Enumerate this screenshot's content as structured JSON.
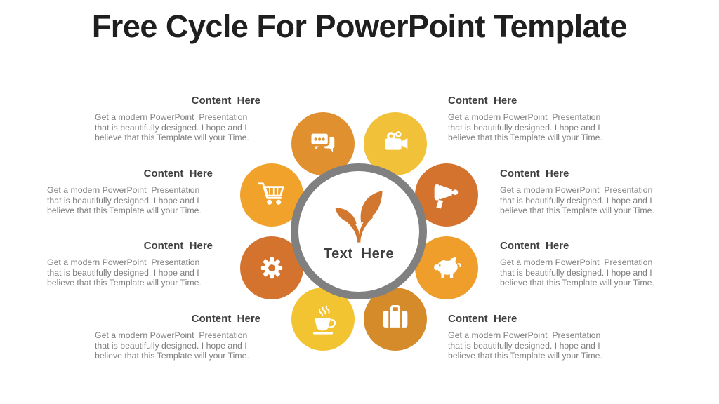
{
  "title": "Free Cycle For PowerPoint Template",
  "center": {
    "label": "Text  Here",
    "icon": "plant-sprout-icon"
  },
  "content": {
    "heading": "Content  Here",
    "body": "Get a modern PowerPoint  Presentation\nthat is beautifully designed. I hope and I\nbelieve that this Template will your Time."
  },
  "petals": [
    {
      "name": "chat-bubbles",
      "color": "#E0902F"
    },
    {
      "name": "video-camera",
      "color": "#F2C13A"
    },
    {
      "name": "megaphone",
      "color": "#D4732E"
    },
    {
      "name": "piggy-bank",
      "color": "#EF9E2B"
    },
    {
      "name": "briefcase",
      "color": "#D68B2B"
    },
    {
      "name": "coffee-cup",
      "color": "#F3C431"
    },
    {
      "name": "gear",
      "color": "#D4732E"
    },
    {
      "name": "shopping-cart",
      "color": "#F0A22B"
    }
  ],
  "colors": {
    "title": "#1F1F1F",
    "heading": "#3F3F3F",
    "body": "#7F7F7F",
    "ring": "#808080",
    "leaf": "#D2772F",
    "center_text": "#3F3F3F",
    "icon": "#FFFFFF"
  }
}
